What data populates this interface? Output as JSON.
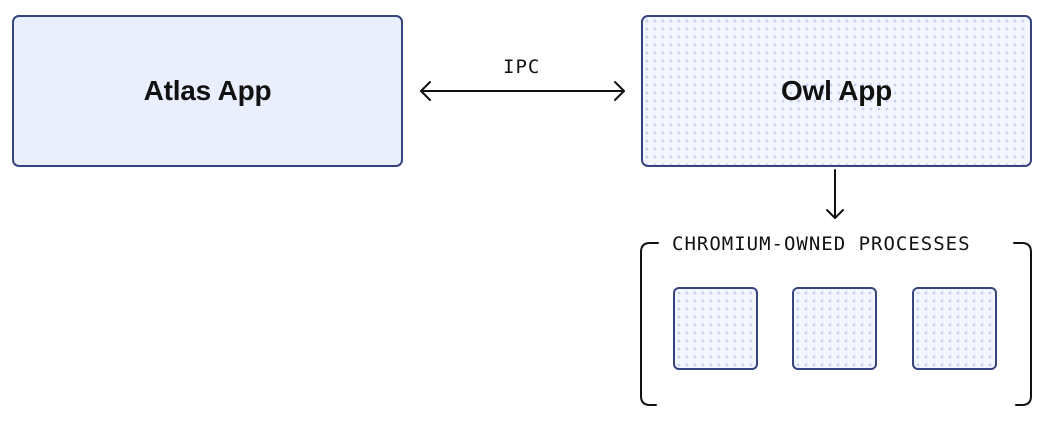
{
  "atlas_box": {
    "label": "Atlas App"
  },
  "owl_box": {
    "label": "Owl App"
  },
  "ipc_connector": {
    "label": "IPC"
  },
  "chromium_group": {
    "label": "CHROMIUM-OWNED PROCESSES",
    "processes": [
      "process-1",
      "process-2",
      "process-3"
    ]
  },
  "colors": {
    "border": "#36447f",
    "solid_fill": "#e9effd",
    "dot_fill": "#c2d1f3",
    "text": "#111111"
  }
}
